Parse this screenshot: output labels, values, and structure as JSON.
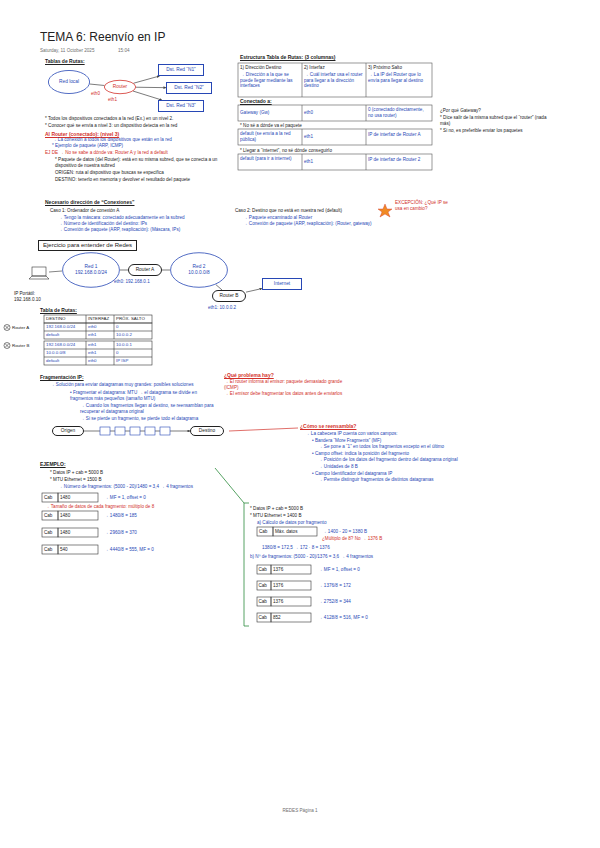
{
  "diagram": {
    "title": "TEMA 6: Reenvío en IP",
    "nodes": [
      {
        "text": [
          "Red local"
        ]
      },
      {
        "text": [
          "Router"
        ]
      },
      {
        "text": [
          "Dst. Red “N1”"
        ]
      },
      {
        "text": [
          "Dst. Red “N2”"
        ]
      },
      {
        "text": [
          "Dst. Red “N3”"
        ]
      },
      {
        "text": [
          "Ejercicio para entender de Redes"
        ]
      },
      {
        "text": [
          "Red 1",
          "192.168.0.0/24"
        ]
      },
      {
        "text": [
          "Router A"
        ]
      },
      {
        "text": [
          "Red 2",
          "10.0.0.0/8"
        ]
      },
      {
        "text": [
          "Router B"
        ]
      },
      {
        "text": [
          "Internet"
        ]
      },
      {
        "text": [
          "Origen"
        ]
      },
      {
        "text": [
          "Destino"
        ]
      }
    ],
    "edges": [
      {
        "from": 0,
        "to": 1,
        "arrow": "none"
      },
      {
        "from": 1,
        "to": 2,
        "arrow": "to"
      },
      {
        "from": 1,
        "to": 3,
        "arrow": "to"
      },
      {
        "from": 1,
        "to": 4,
        "arrow": "to"
      },
      {
        "from": 6,
        "to": 7,
        "arrow": "none"
      },
      {
        "from": 7,
        "to": 8,
        "arrow": "none"
      },
      {
        "from": 8,
        "to": 9,
        "arrow": "none"
      },
      {
        "from": 9,
        "to": 10,
        "arrow": "to"
      },
      {
        "from": 11,
        "to": 12,
        "arrow": "to"
      }
    ],
    "labels": [
      "Saturday, 11 October 2025",
      "15:04",
      "Tablas de Rutas:",
      "eth0",
      "eth1",
      "* Todos los dispositivos conectados a la red (Ex.) en un nivel 2.",
      "* Conocer qué se envía a nivel 3: un dispositivo detecta en la red",
      "Al Router (conectado): (nivel 3)",
      "→ La conexión a todos los dispositivos que están en la red",
      "* Ejemplo de paquete (ARP, ICMP)",
      "EJ DE → No se sabe a dónde va: Router A y la red a default",
      "* Paquete de datos (del Router): está en su misma subred, que se conecta a un dispositivo de nuestra subred",
      "ORIGEN: ruta al dispositivo que buscas se especifica",
      "DESTINO: tenerlo en memoria y devolver el resultado del paquete",
      "Estructura Tabla de Rutas: (3 columnas)",
      "1) Dirección Destino",
      "→ Dirección a la que se puede llegar mediante las interfaces",
      "2) Interfaz",
      "→ Cuál interfaz usa el router para llegar a la dirección destino",
      "3) Próximo Salto",
      "→ La IP del Router que lo envía para llegar al destino",
      "Conectado a:",
      "Gateway (Gw)",
      "eth0",
      "0 (conectado directamente, no usa router)",
      "* No sé a dónde va el paquete",
      "default (se envía a la red pública)",
      "eth1",
      "IP de interfaz de Router A",
      "* Llegar a “internet”, no sé dónde conseguirlo",
      "default (para ir a internet)",
      "eth1",
      "IP de interfaz de Router 2",
      "¿Por qué Gateway?",
      "* Dice salir de la misma subred que el “router” (nada más)",
      "* Si no, es preferible enviar los paquetes",
      "Necesario dirección de “Conexiones”",
      "Caso 1: Ordenador de conexión A",
      "→ Tengo la máscara: conectado adecuadamente en la subred",
      "→ Número de identificación del destino: IPs",
      "→ Conexión de paquete (ARP, reaplicación): (Máscara, IPs)",
      "Caso 2: Destino que no está en nuestra red (default)",
      "→ Paquete encaminado al Router",
      "→ Conexión de paquete (ARP, reaplicación): (Router, gateway)",
      "EXCEPCIÓN: ¿Qué IP se usa en cambio?",
      "IP Portátil: 192.168.0.10",
      "eth0: 192.168.0.1",
      "eth1: 10.0.0.2",
      "Tabla de Rutas:",
      "DESTINO",
      "INTERFAZ",
      "PRÓX. SALTO",
      "Router A",
      "192.168.0.0/24",
      "eth0",
      "0",
      "default",
      "eth1",
      "10.0.0.2",
      "Router B",
      "192.168.0.0/24",
      "eth1",
      "10.0.0.1",
      "10.0.0.0/8",
      "eth1",
      "0",
      "default",
      "eth0",
      "IP ISP",
      "Fragmentación IP:",
      "→ Solución para enviar datagramas muy grandes: posibles soluciones",
      "• Fragmentar el datagrama: MTU → el datagrama se divide en fragmentos más pequeños (tamaño MTU)",
      "→ Cuando los fragmentos llegan al destino, se reensamblan para recuperar el datagrama original",
      "→ Si se pierde un fragmento, se pierde todo el datagrama",
      "¿Qué problema hay?",
      "→ El router informa al emisor: paquete demasiado grande (ICMP)",
      "→ El emisor debe fragmentar los datos antes de enviarlos",
      "¿Cómo se reensambla?",
      "→ La cabecera IP cuenta con varios campos:",
      "• Bandera “More Fragments” (MF)",
      "→ Se pone a “1” en todos los fragmentos excepto en el último",
      "• Campo offset: indica la posición del fragmento",
      "→ Posición de los datos del fragmento dentro del datagrama original",
      "→ Unidades de 8 B",
      "• Campo Identificador del datagrama IP",
      "→ Permite distinguir fragmentos de distintos datagramas",
      "EJEMPLO:",
      "* Datos IP + cab = 5000 B",
      "* MTU Ethernet = 1500 B",
      "→ Número de fragmentos: (5000 - 20)/1480 = 3,4 → 4 fragmentos",
      "Cab",
      "1480",
      "→ MF = 1, offset = 0",
      "→ Tamaño de datos de cada fragmento: múltiplo de 8",
      "Cab",
      "1480",
      "→ 1480/8 = 185",
      "Cab",
      "1480",
      "→ 2960/8 = 370",
      "Cab",
      "540",
      "→ 4440/8 = 555, MF = 0",
      "* Datos IP + cab = 5000 B",
      "* MTU Ethernet = 1400 B",
      "a) Cálculo de datos por fragmento",
      "Cab",
      "Máx. datos",
      "→ 1400 - 20 = 1380 B",
      "¿Múltiplo de 8? No → 1376 B",
      "1380/8 = 172,5 → 172 · 8 = 1376",
      "b) Nº de fragmentos: (5000 - 20)/1376 = 3,6 → 4 fragmentos",
      "Cab",
      "1376",
      "→ MF = 1, offset = 0",
      "Cab",
      "1376",
      "→ 1376/8 = 172",
      "Cab",
      "1376",
      "→ 2752/8 = 344",
      "Cab",
      "852",
      "→ 4128/8 = 516, MF = 0",
      "REDES Página 1"
    ]
  }
}
